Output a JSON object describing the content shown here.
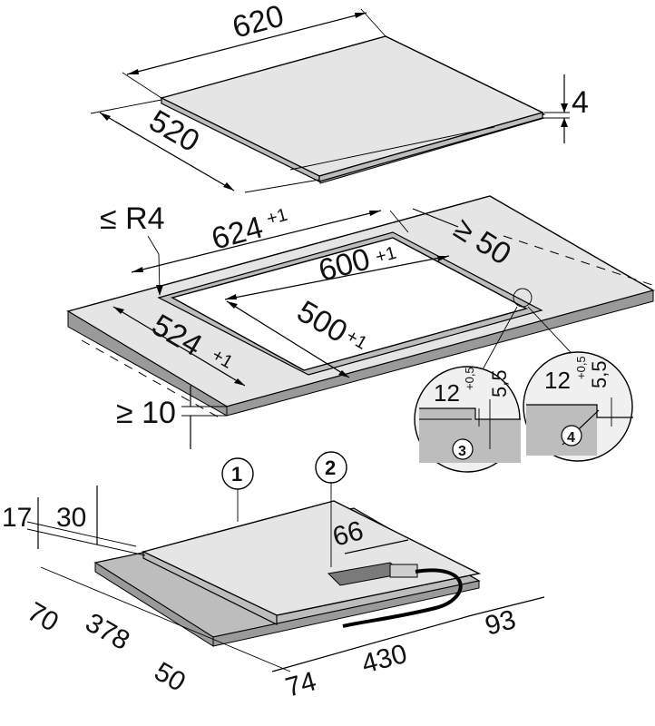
{
  "dimensions": {
    "hob_width": "620",
    "hob_depth": "520",
    "hob_thickness": "4",
    "radius": "≤ R4",
    "recess_width": "624",
    "recess_width_tol": "+1",
    "recess_depth": "524",
    "recess_depth_tol": "+1",
    "cutout_width": "600",
    "cutout_width_tol": "+1",
    "cutout_depth": "500",
    "cutout_depth_tol": "+1",
    "min_back": "≥ 50",
    "min_front": "≥ 10",
    "step_width": "12",
    "step_depth": "5,5",
    "step_tol": "+0,5"
  },
  "callouts": {
    "c1": "1",
    "c2": "2",
    "c3": "3",
    "c4": "4"
  },
  "bottom_dims": {
    "d17": "17",
    "d30": "30",
    "d66": "66",
    "d70": "70",
    "d378": "378",
    "d50": "50",
    "d74": "74",
    "d430": "430",
    "d93": "93"
  }
}
